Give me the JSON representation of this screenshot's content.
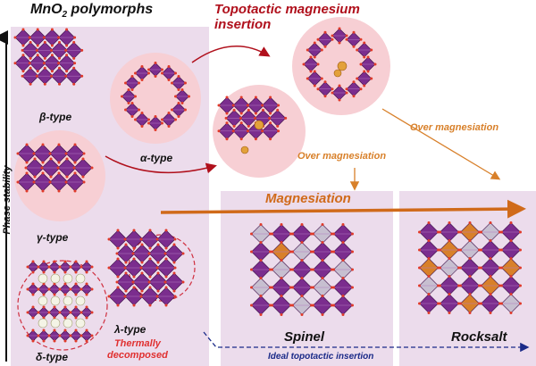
{
  "title_prefix": "MnO",
  "title_sub": "2",
  "title_suffix": " polymorphs",
  "topotactic_line1": "Topotactic magnesium",
  "topotactic_line2": "insertion",
  "phase_stability": "Phase stability",
  "beta_type": "β-type",
  "alpha_type": "α-type",
  "gamma_type": "γ-type",
  "delta_type": "δ-type",
  "lambda_type": "λ-type",
  "thermally_line1": "Thermally",
  "thermally_line2": "decomposed",
  "over_magnesiation": "Over magnesiation",
  "magnesiation": "Magnesiation",
  "spinel": "Spinel",
  "rocksalt": "Rocksalt",
  "ideal_topotactic": "Ideal topotactic insertion",
  "colors": {
    "title_red": "#b0101c",
    "orange": "#d8802a",
    "purple": "#7b2d8e",
    "panel": "#ecdcec",
    "circle": "#f7cfd4",
    "navy": "#1a2a88"
  }
}
